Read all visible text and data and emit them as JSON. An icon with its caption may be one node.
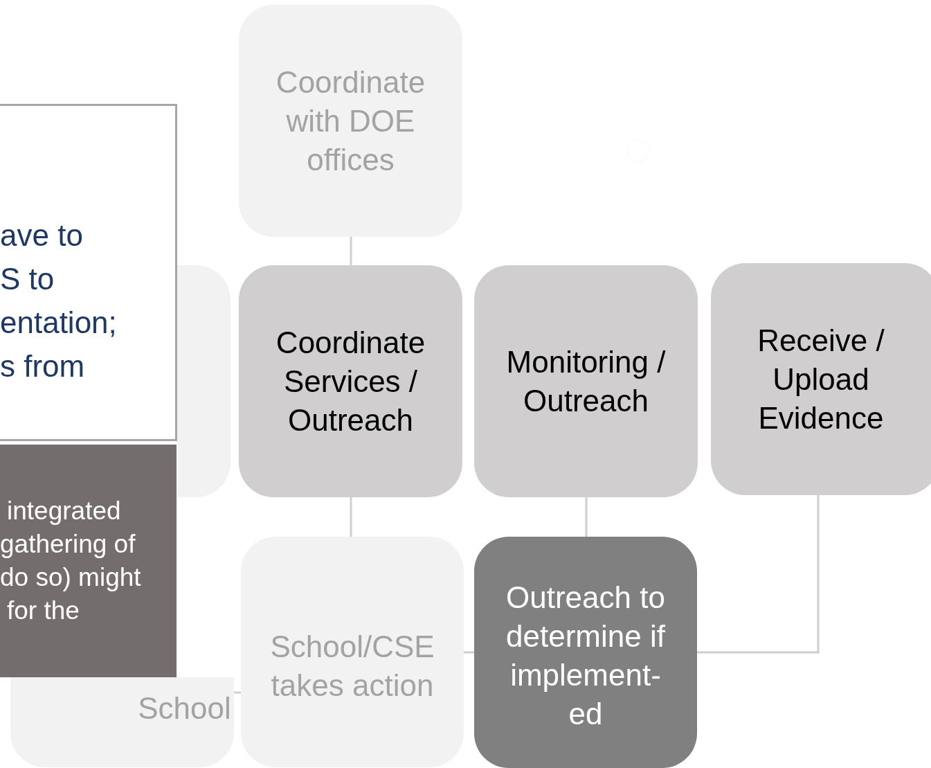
{
  "diagram": {
    "nodes": [
      {
        "text": [
          "Coordinate with DOE offices"
        ]
      },
      {
        "text": [],
        "shape": "box"
      },
      {
        "text": [
          "Coordinate Services / Outreach"
        ]
      },
      {
        "text": [
          "Monitoring / Outreach"
        ]
      },
      {
        "text": [
          "Receive / Upload Evidence"
        ]
      },
      {
        "text": [
          "School"
        ]
      },
      {
        "text": [
          "School/CSE takes action"
        ]
      },
      {
        "text": [
          "Outreach to determine if implement- ed"
        ]
      },
      {
        "text": [
          "ave to",
          "S to",
          "entation;",
          "s from"
        ]
      },
      {
        "text": [
          "integrated",
          "gathering of",
          "do so) might",
          "for the"
        ]
      }
    ],
    "edges": [
      {
        "from": 0,
        "to": 2,
        "arrow": "none"
      },
      {
        "from": 2,
        "to": 6,
        "arrow": "none"
      },
      {
        "from": 3,
        "to": 7,
        "arrow": "none"
      },
      {
        "from": 4,
        "to": 7,
        "arrow": "none"
      },
      {
        "from": 5,
        "to": 6,
        "arrow": "none"
      },
      {
        "from": 6,
        "to": 7,
        "arrow": "none"
      }
    ]
  }
}
